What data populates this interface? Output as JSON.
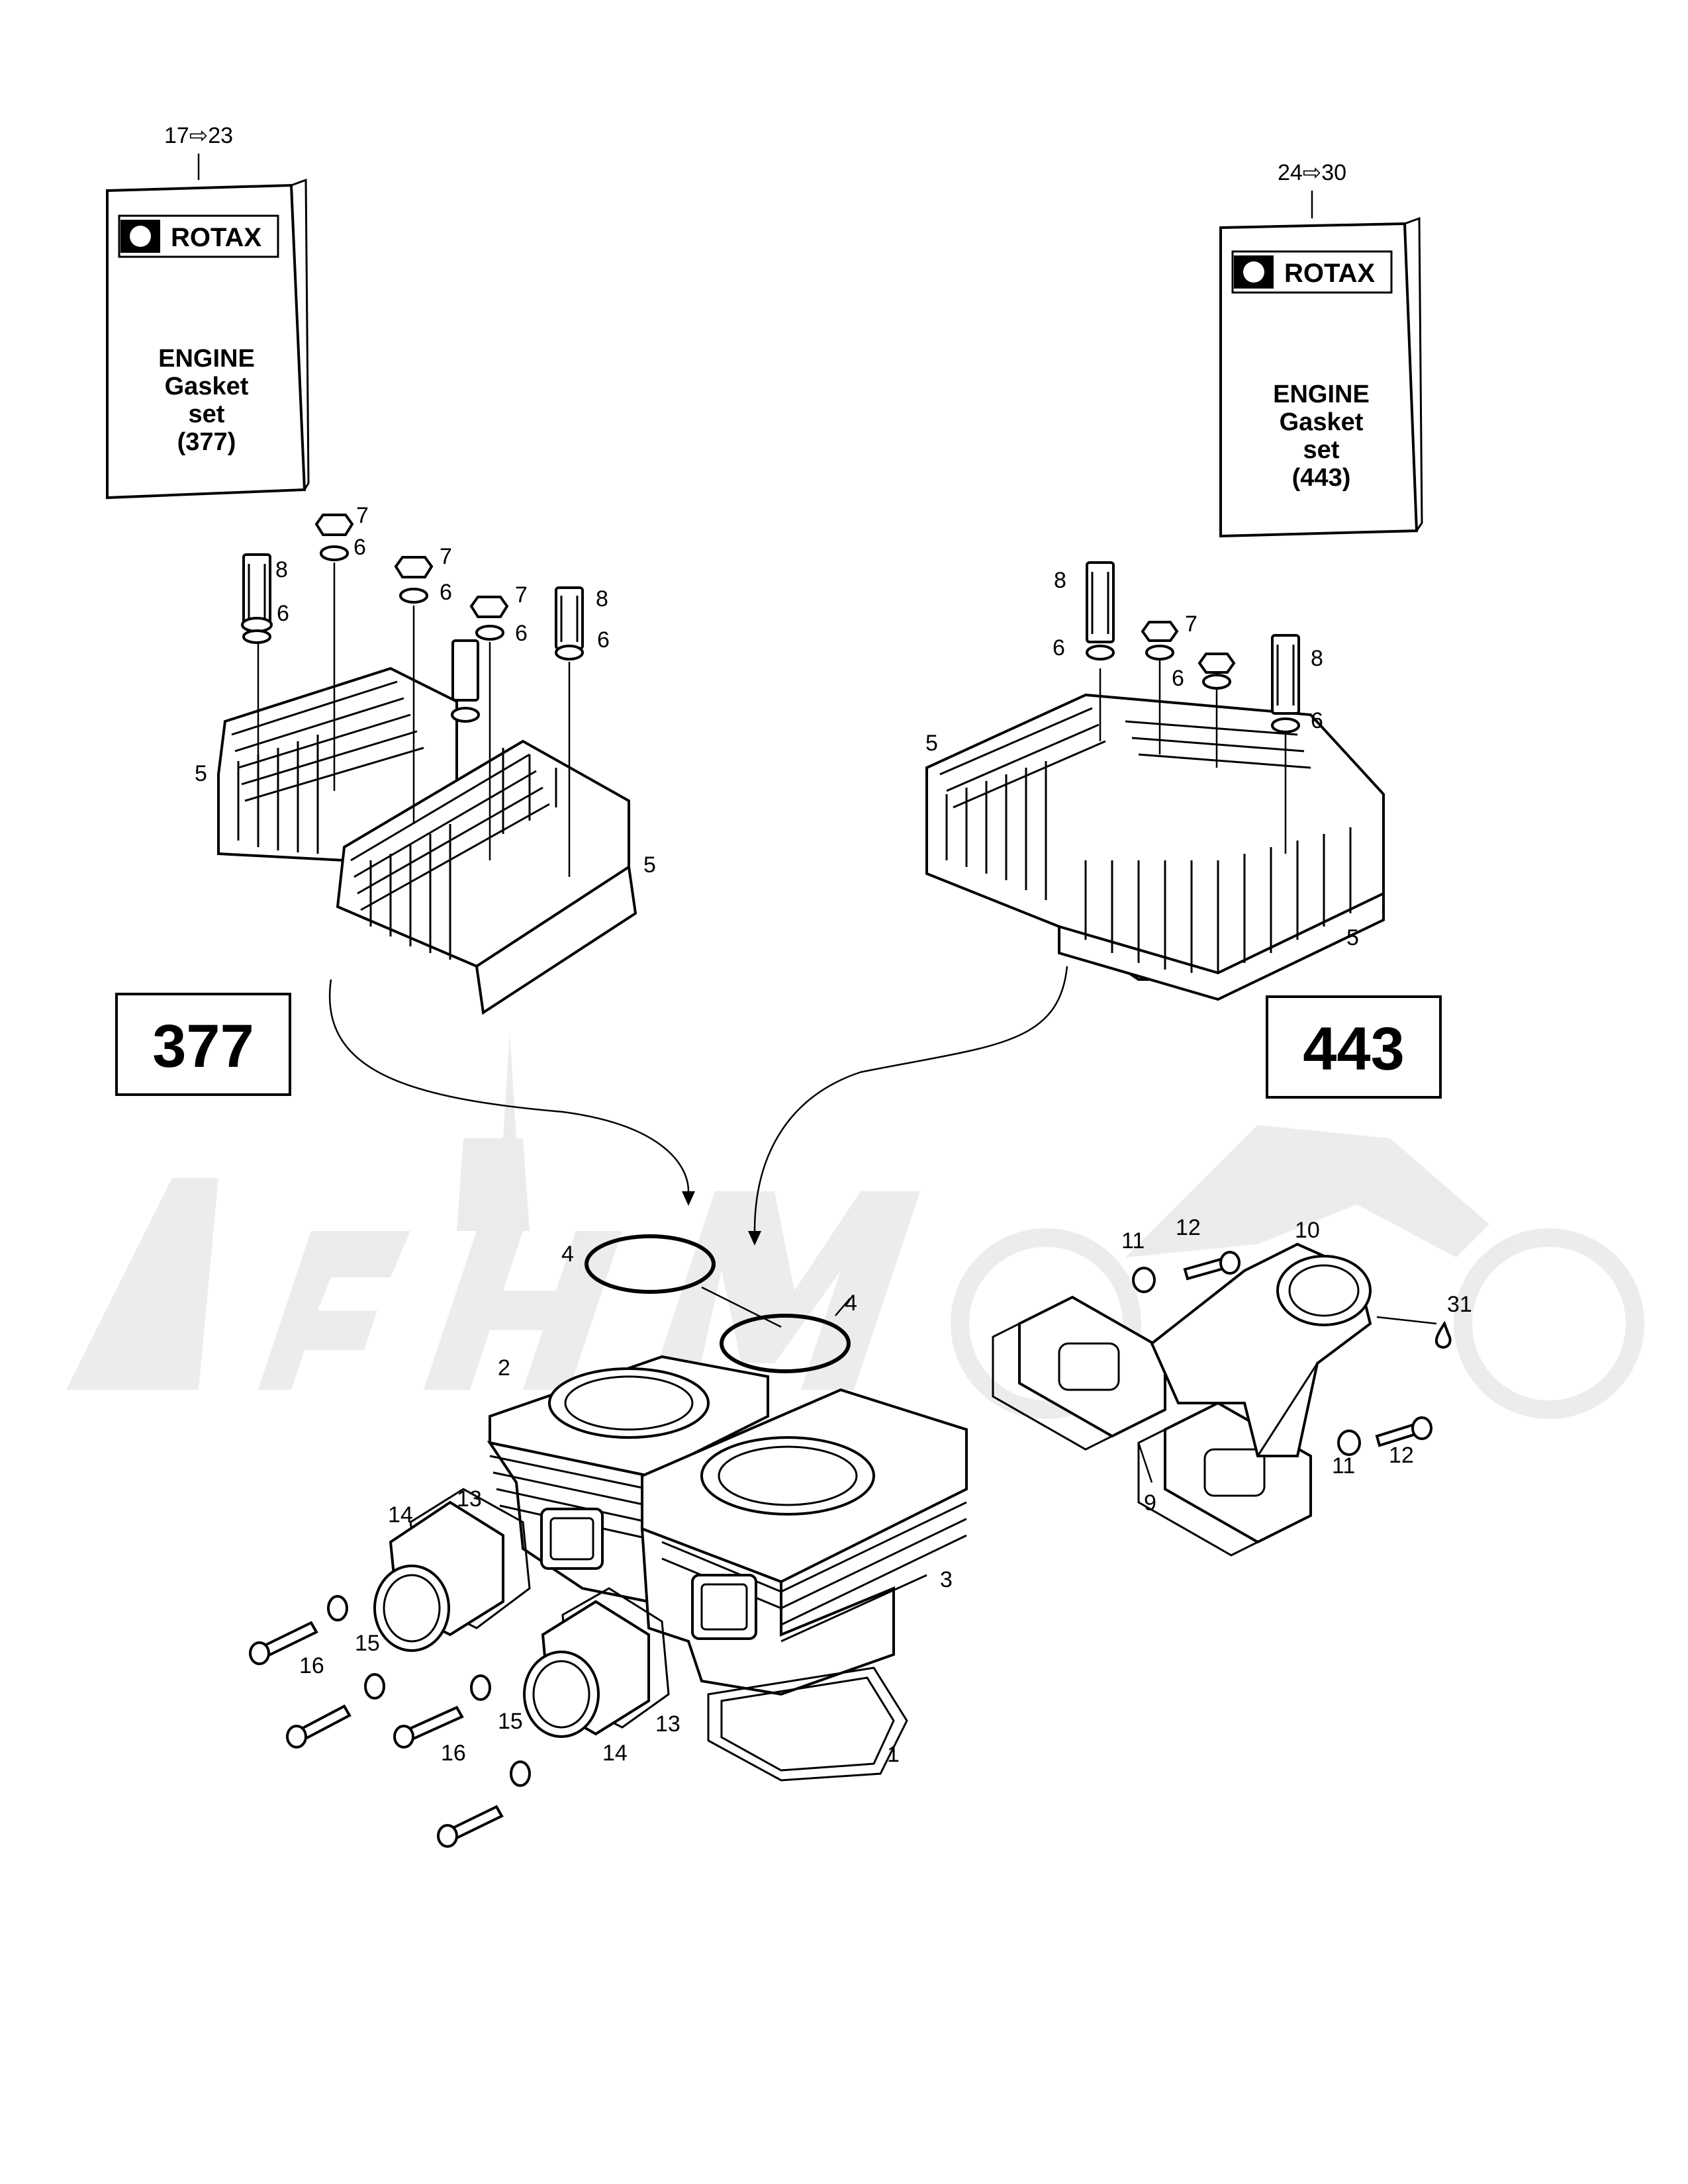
{
  "books": [
    {
      "ref": "17⇨23",
      "brand": "ROTAX",
      "lines": [
        "ENGINE",
        "Gasket",
        "set",
        "(377)"
      ]
    },
    {
      "ref": "24⇨30",
      "brand": "ROTAX",
      "lines": [
        "ENGINE",
        "Gasket",
        "set",
        "(443)"
      ]
    }
  ],
  "variants": [
    "377",
    "443"
  ],
  "callouts": {
    "c1": "1",
    "c2": "2",
    "c3": "3",
    "c4a": "4",
    "c4b": "4",
    "c5a": "5",
    "c5b": "5",
    "c5c": "5",
    "c5d": "5",
    "c6a": "6",
    "c6b": "6",
    "c6c": "6",
    "c6d": "6",
    "c6e": "6",
    "c6f": "6",
    "c6g": "6",
    "c6h": "6",
    "c7a": "7",
    "c7b": "7",
    "c7c": "7",
    "c7d": "7",
    "c8a": "8",
    "c8b": "8",
    "c8c": "8",
    "c8d": "8",
    "c9": "9",
    "c10": "10",
    "c11a": "11",
    "c11b": "11",
    "c12a": "12",
    "c12b": "12",
    "c13a": "13",
    "c13b": "13",
    "c14a": "14",
    "c14b": "14",
    "c15a": "15",
    "c15b": "15",
    "c16a": "16",
    "c16b": "16",
    "c31": "31"
  }
}
